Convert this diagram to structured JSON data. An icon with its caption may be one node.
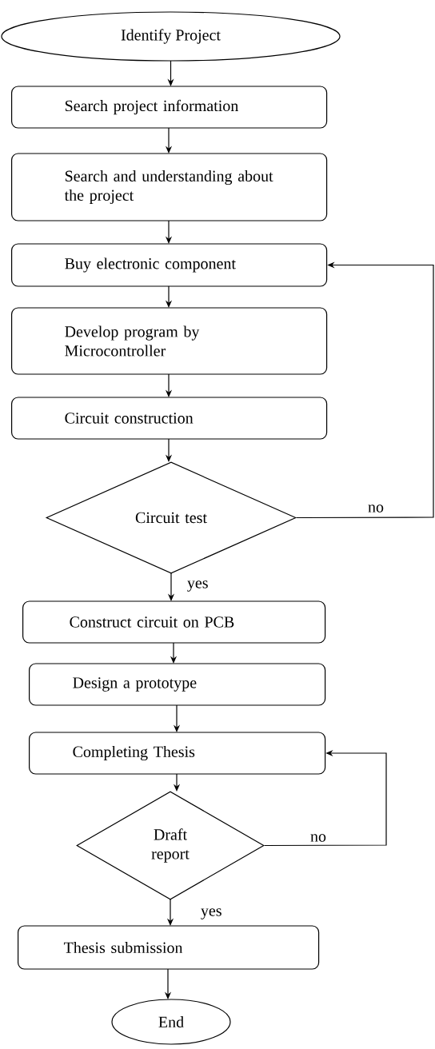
{
  "diagram": {
    "nodes": [
      {
        "text": [
          "Identify Project"
        ]
      },
      {
        "text": [
          "Search project information"
        ]
      },
      {
        "text": [
          "Search and understanding about the project"
        ]
      },
      {
        "text": [
          "Buy electronic component"
        ]
      },
      {
        "text": [
          "Develop program by Microcontroller"
        ]
      },
      {
        "text": [
          "Circuit construction"
        ]
      },
      {
        "text": [
          "Circuit test"
        ]
      },
      {
        "text": [
          "Construct circuit on PCB"
        ]
      },
      {
        "text": [
          "Design a prototype"
        ]
      },
      {
        "text": [
          "Completing Thesis"
        ]
      },
      {
        "text": [
          "Draft report"
        ]
      },
      {
        "text": [
          "Thesis submission"
        ]
      },
      {
        "text": [
          "End"
        ]
      }
    ],
    "edges": [
      {
        "from": 0,
        "to": 1,
        "arrow": "to"
      },
      {
        "from": 1,
        "to": 2,
        "arrow": "to"
      },
      {
        "from": 2,
        "to": 3,
        "arrow": "to"
      },
      {
        "from": 3,
        "to": 4,
        "arrow": "to"
      },
      {
        "from": 4,
        "to": 5,
        "arrow": "to"
      },
      {
        "from": 5,
        "to": 6,
        "arrow": "to"
      },
      {
        "from": 6,
        "to": 7,
        "arrow": "to",
        "label": "yes"
      },
      {
        "from": 6,
        "to": 3,
        "arrow": "to",
        "label": "no"
      },
      {
        "from": 7,
        "to": 8,
        "arrow": "to"
      },
      {
        "from": 8,
        "to": 9,
        "arrow": "to"
      },
      {
        "from": 9,
        "to": 10,
        "arrow": "to"
      },
      {
        "from": 10,
        "to": 11,
        "arrow": "to",
        "label": "yes"
      },
      {
        "from": 10,
        "to": 9,
        "arrow": "to",
        "label": "no"
      },
      {
        "from": 11,
        "to": 12,
        "arrow": "to"
      }
    ]
  }
}
